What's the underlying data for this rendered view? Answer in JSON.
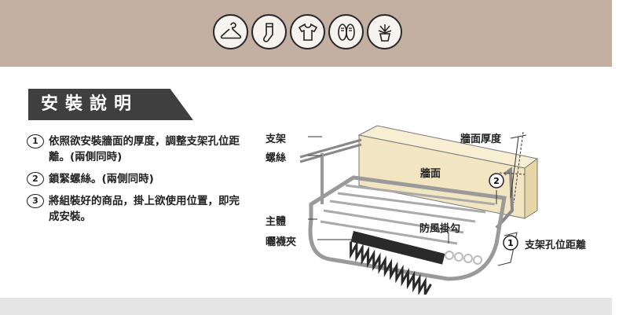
{
  "banner": {
    "icons": [
      "hanger-icon",
      "sock-icon",
      "shirt-icon",
      "shoes-icon",
      "plant-icon"
    ]
  },
  "section": {
    "title": "安裝說明"
  },
  "steps": [
    {
      "num": "1",
      "text": "依照欲安裝牆面的厚度，調整支架孔位距離。(兩側同時)"
    },
    {
      "num": "2",
      "text": "鎖緊螺絲。(兩側同時)"
    },
    {
      "num": "3",
      "text": "將組裝好的商品，掛上欲使用位置，即完成安裝。"
    }
  ],
  "diagram": {
    "bracket": "支架",
    "screw": "螺絲",
    "main_body": "主體",
    "sock_clip": "曬襪夾",
    "wall": "牆面",
    "wall_thickness": "牆面厚度",
    "windproof_hook": "防風掛勾",
    "marker_2": "2",
    "marker_1": "1",
    "hole_distance": "支架孔位距離"
  },
  "colors": {
    "banner": "#c3b0a2",
    "title_tab": "#3f3f3f",
    "wall": "#f2e6c2",
    "footer": "#e5e5e5"
  }
}
